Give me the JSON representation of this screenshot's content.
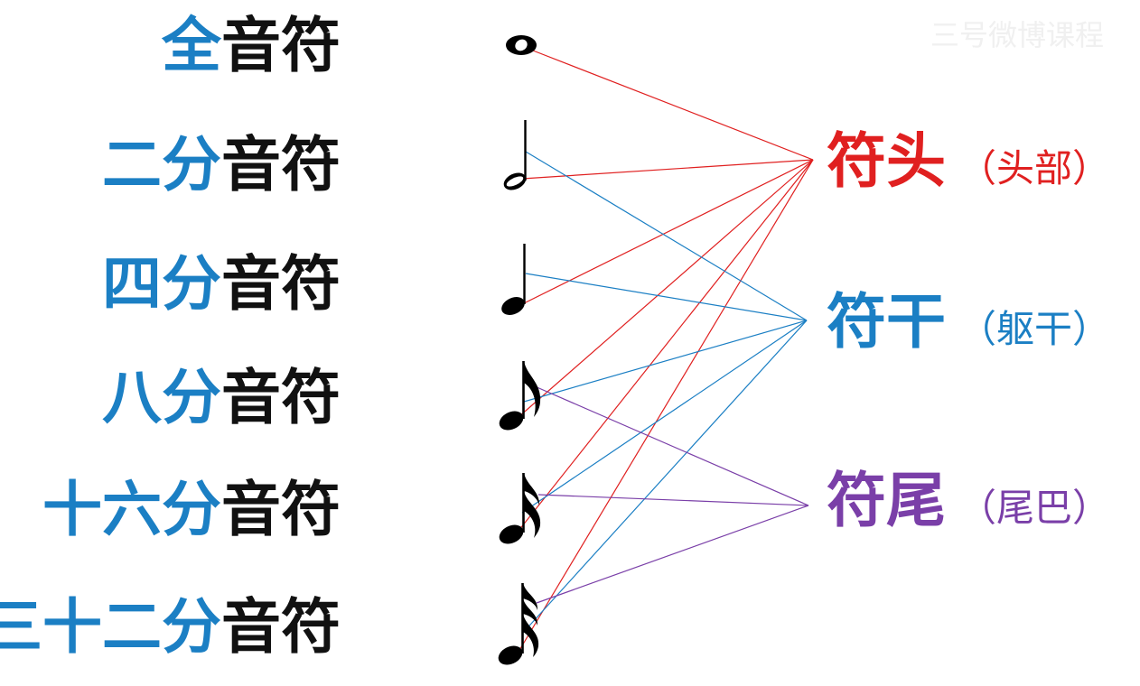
{
  "watermark": "三号微博课程",
  "note_labels": [
    {
      "prefix": "全",
      "base": "音符"
    },
    {
      "prefix": "二分",
      "base": "音符"
    },
    {
      "prefix": "四分",
      "base": "音符"
    },
    {
      "prefix": "八分",
      "base": "音符"
    },
    {
      "prefix": "十六分",
      "base": "音符"
    },
    {
      "prefix": "三十二分",
      "base": "音符"
    }
  ],
  "parts": [
    {
      "main": "符头",
      "sub": "（头部）",
      "color": "#e02020"
    },
    {
      "main": "符干",
      "sub": "（躯干）",
      "color": "#1b7fc4"
    },
    {
      "main": "符尾",
      "sub": "（尾巴）",
      "color": "#7a3fa8"
    }
  ],
  "colors": {
    "prefix": "#1b7fc4",
    "base": "#111111",
    "head_line": "#e02020",
    "stem_line": "#1b7fc4",
    "flag_line": "#7a3fa8"
  },
  "connections": {
    "head": [
      "whole",
      "half",
      "quarter",
      "eighth",
      "sixteenth",
      "thirty-second"
    ],
    "stem": [
      "half",
      "quarter",
      "eighth",
      "sixteenth",
      "thirty-second"
    ],
    "flag": [
      "eighth",
      "sixteenth",
      "thirty-second"
    ]
  }
}
